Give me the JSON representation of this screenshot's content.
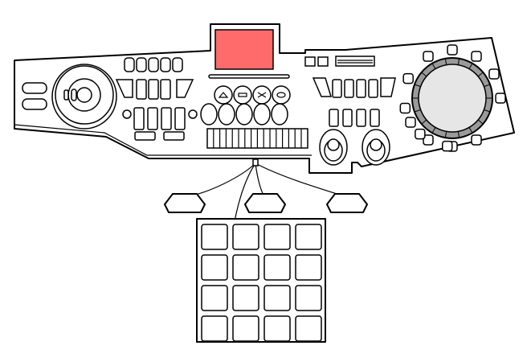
{
  "colors": {
    "screen": "#ff6b6b",
    "outline": "#000000",
    "background": "#ffffff",
    "trackball": "#e6e6e6",
    "ring": "#9a9a9a"
  },
  "keypad": {
    "rows": 4,
    "cols": 4
  },
  "foot_pedals": 3,
  "touch_buttons": [
    "triangle",
    "minus",
    "cross",
    "oval"
  ]
}
